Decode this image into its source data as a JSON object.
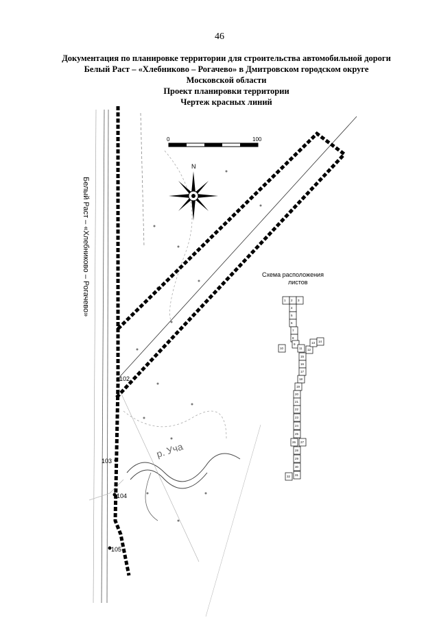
{
  "page_number": "46",
  "title_lines": [
    "Документация по планировке территории для строительства автомобильной дороги",
    "Белый Раст – «Хлебниково – Рогачево» в Дмитровском городском округе",
    "Московской области",
    "Проект планировки территории",
    "Чертеж красных линий"
  ],
  "map": {
    "road_label": "Белый Раст – «Хлебниково – Рогачево»",
    "river_label": "р. Уча",
    "scale_start": "0",
    "scale_end": "100",
    "north_label": "N",
    "points": [
      "102",
      "103",
      "104",
      "105"
    ]
  },
  "sheet_scheme": {
    "title": "Схема расположения листов",
    "sheets": [
      "1",
      "2",
      "3",
      "4",
      "5",
      "6",
      "7",
      "8",
      "9",
      "10",
      "11",
      "12",
      "13",
      "14",
      "15",
      "16",
      "17",
      "18",
      "19",
      "20",
      "21",
      "22",
      "23",
      "24",
      "25",
      "26",
      "27",
      "28",
      "29",
      "30",
      "31",
      "32"
    ]
  }
}
